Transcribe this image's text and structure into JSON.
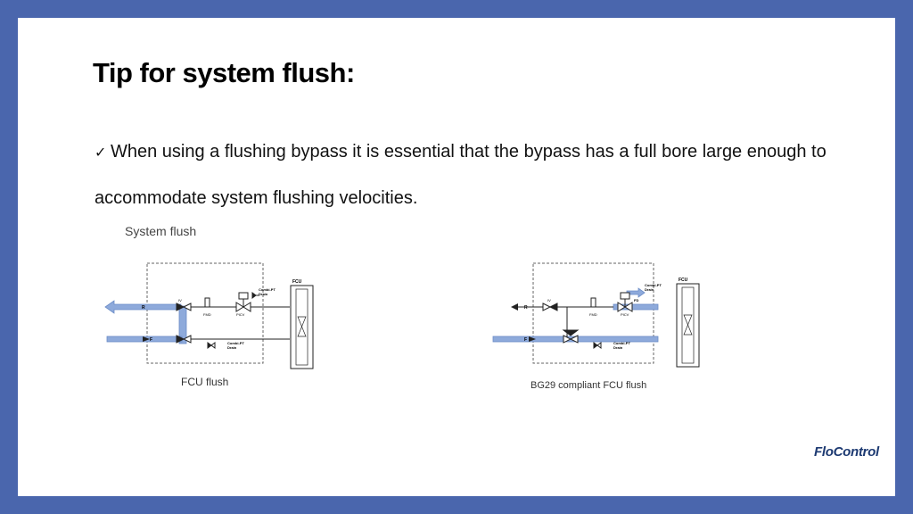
{
  "slide": {
    "title": "Tip for system flush:",
    "bullet_check": "✓",
    "bullet_text": "When using a flushing bypass it is essential that the bypass has a full bore large enough to accommodate system flushing velocities.",
    "section_caption": "System flush"
  },
  "diagram_left": {
    "caption": "FCU flush",
    "fcu_label": "FCU",
    "r_label": "R",
    "f_label": "F",
    "iv_label": "IV",
    "fmd_label": "FMD",
    "picv_label": "PICV",
    "combi_top": "Combi-PT",
    "drain_top": "Drain",
    "combi_bottom": "Combi-PT",
    "drain_bottom": "Drain"
  },
  "diagram_right": {
    "caption": "BG29 compliant FCU flush",
    "fcu_label": "FCU",
    "r_label": "R",
    "f_label": "F",
    "iv_label": "IV",
    "fmd_label": "FMD",
    "picv_label": "PICV",
    "fd_label": "FD",
    "combi_top": "Combi-PT",
    "drain_top": "Drain",
    "combi_bottom": "Combi-PT",
    "drain_bottom": "Drain"
  },
  "brand": {
    "logo_text": "FloControl"
  },
  "colors": {
    "frame": "#4a66ad",
    "flow": "#8eaadb"
  }
}
